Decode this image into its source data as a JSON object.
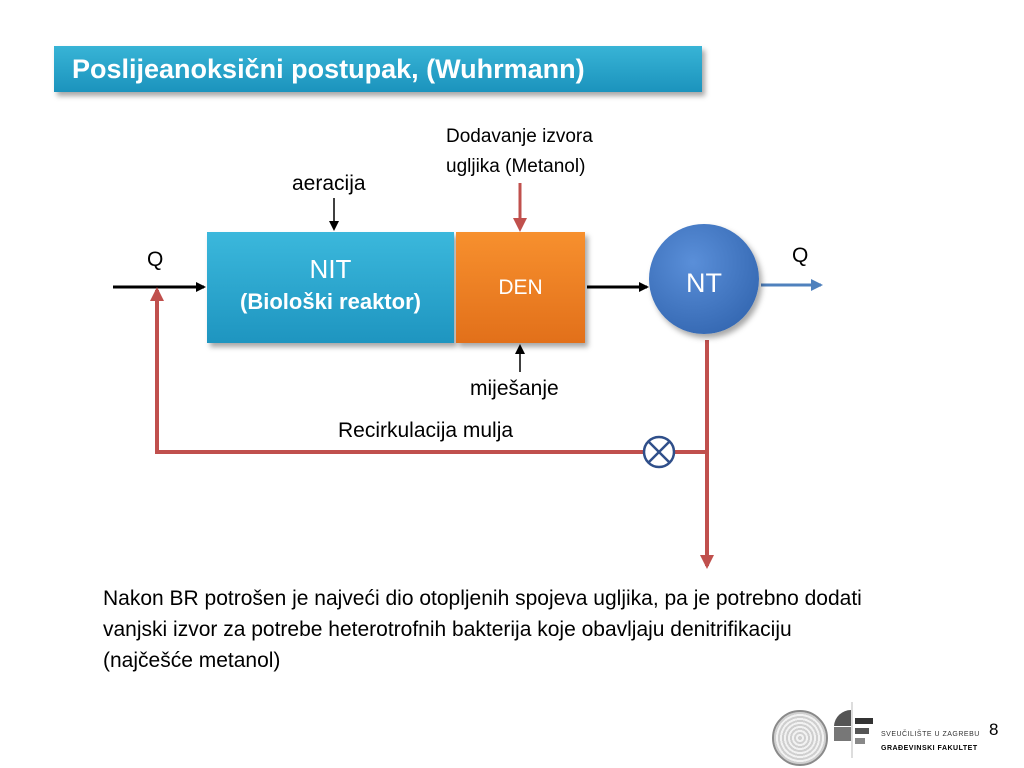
{
  "title": "Poslijeanoksični postupak,  (Wuhrmann)",
  "labels": {
    "aeracija": "aeracija",
    "dodavanje_line1": "Dodavanje izvora",
    "dodavanje_line2": "ugljika (Metanol)",
    "q_in": "Q",
    "q_out": "Q",
    "mijesanje": "miješanje",
    "recirkulacija": "Recirkulacija mulja"
  },
  "nodes": {
    "nit_title": "NIT",
    "nit_subtitle": "(Biološki reaktor)",
    "den": "DEN",
    "nt": "NT"
  },
  "description": "Nakon BR potrošen je najveći dio otopljenih spojeva ugljika, pa je potrebno dodati vanjski izvor za potrebe heterotrofnih bakterija koje obavljaju denitrifikaciju (najčešće metanol)",
  "footer": {
    "university": "SVEUČILIŠTE U ZAGREBU",
    "faculty": "GRAĐEVINSKI FAKULTET",
    "page_number": "8"
  },
  "colors": {
    "title_bg": "#2aa6cc",
    "nit": "#2aa6d0",
    "den": "#ef7f22",
    "nt": "#3a6fbf",
    "recirc_line": "#c0504d",
    "out_arrow": "#4f81bd"
  }
}
